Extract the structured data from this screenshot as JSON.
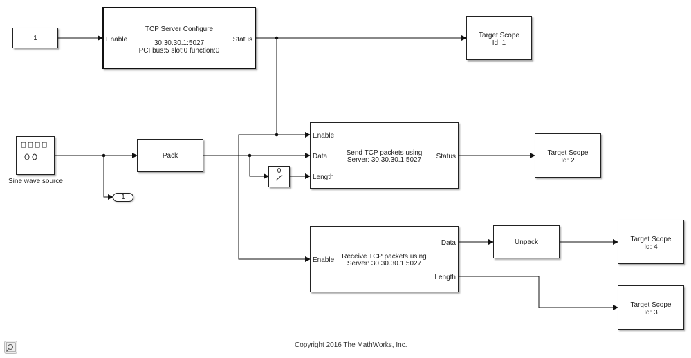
{
  "blocks": {
    "constant": {
      "label": "1"
    },
    "tcp_config": {
      "title": "TCP Server Configure",
      "address": "30.30.30.1:5027",
      "pci": "PCI bus:5 slot:0 function:0",
      "in_port": "Enable",
      "out_port": "Status"
    },
    "scope1": {
      "line1": "Target Scope",
      "line2": "Id: 1"
    },
    "sine": {
      "caption": "Sine wave source"
    },
    "pack": {
      "label": "Pack"
    },
    "outport": {
      "label": "1"
    },
    "width_block": {
      "label": "0"
    },
    "send": {
      "line1": "Send TCP packets using",
      "line2": "Server: 30.30.30.1:5027",
      "in_ports": [
        "Enable",
        "Data",
        "Length"
      ],
      "out_port": "Status"
    },
    "scope2": {
      "line1": "Target Scope",
      "line2": "Id: 2"
    },
    "receive": {
      "line1": "Receive TCP packets using",
      "line2": "Server: 30.30.30.1:5027",
      "in_port": "Enable",
      "out_ports": [
        "Data",
        "Length"
      ]
    },
    "unpack": {
      "label": "Unpack"
    },
    "scope4": {
      "line1": "Target Scope",
      "line2": "Id: 4"
    },
    "scope3": {
      "line1": "Target Scope",
      "line2": "Id: 3"
    }
  },
  "footer": {
    "copyright": "Copyright 2016 The MathWorks, Inc.",
    "zoom_icon": "zoom-to-fit-icon"
  }
}
